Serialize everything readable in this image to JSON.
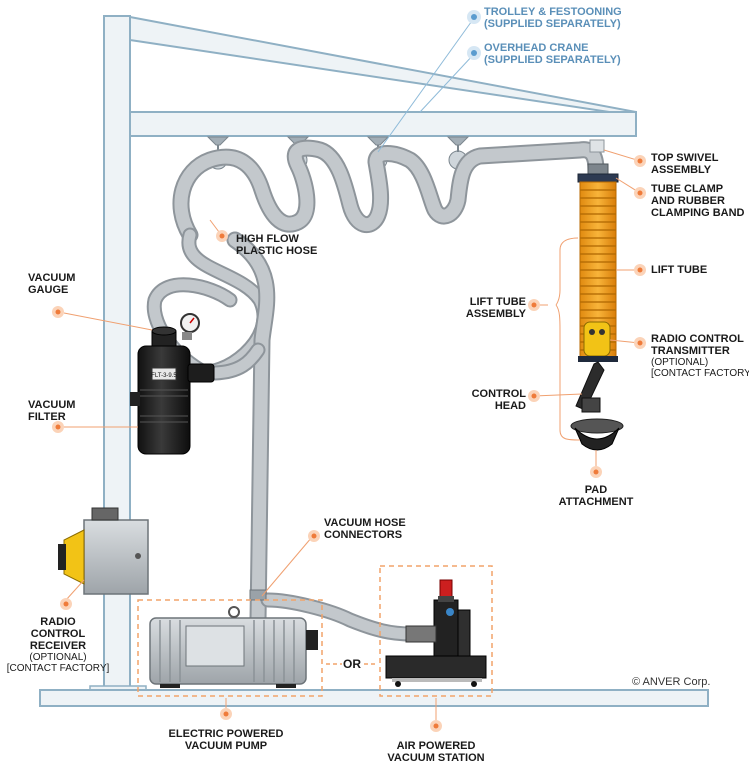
{
  "labels": {
    "trolley": [
      "TROLLEY & FESTOONING",
      "(SUPPLIED SEPARATELY)"
    ],
    "overhead": [
      "OVERHEAD CRANE",
      "(SUPPLIED SEPARATELY)"
    ],
    "top_swivel": [
      "TOP SWIVEL",
      "ASSEMBLY"
    ],
    "tube_clamp": [
      "TUBE CLAMP",
      "AND RUBBER",
      "CLAMPING BAND"
    ],
    "lift_tube": [
      "LIFT TUBE"
    ],
    "radio_tx": [
      "RADIO CONTROL",
      "TRANSMITTER"
    ],
    "radio_tx_sub": [
      "(OPTIONAL)",
      "[CONTACT FACTORY]"
    ],
    "lift_tube_assembly": [
      "LIFT TUBE",
      "ASSEMBLY"
    ],
    "control_head": [
      "CONTROL",
      "HEAD"
    ],
    "pad": [
      "PAD",
      "ATTACHMENT"
    ],
    "high_flow": [
      "HIGH FLOW",
      "PLASTIC HOSE"
    ],
    "vacuum_gauge": [
      "VACUUM",
      "GAUGE"
    ],
    "vacuum_filter": [
      "VACUUM",
      "FILTER"
    ],
    "hose_connectors": [
      "VACUUM HOSE",
      "CONNECTORS"
    ],
    "radio_rx": [
      "RADIO",
      "CONTROL",
      "RECEIVER"
    ],
    "radio_rx_sub": [
      "(OPTIONAL)",
      "[CONTACT FACTORY]"
    ],
    "electric_pump": [
      "ELECTRIC POWERED",
      "VACUUM PUMP"
    ],
    "air_station": [
      "AIR POWERED",
      "VACUUM STATION"
    ],
    "or": "OR",
    "copyright": "© ANVER Corp.",
    "filter_tag": "FLT-3-9.5"
  },
  "colors": {
    "frame": "#8fb0c4",
    "frame_fill": "#eef3f6",
    "hose": "#b9bec3",
    "hose_edge": "#8e959b",
    "leader": "#f0a070",
    "dot_fill": "#fbd3b8",
    "dot_core": "#ef7b3a",
    "blue_leader": "#8fbbd9",
    "blue_dot": "#5a9ccf",
    "tube_yellow": "#f5a623",
    "dash": "#f2a46a"
  }
}
